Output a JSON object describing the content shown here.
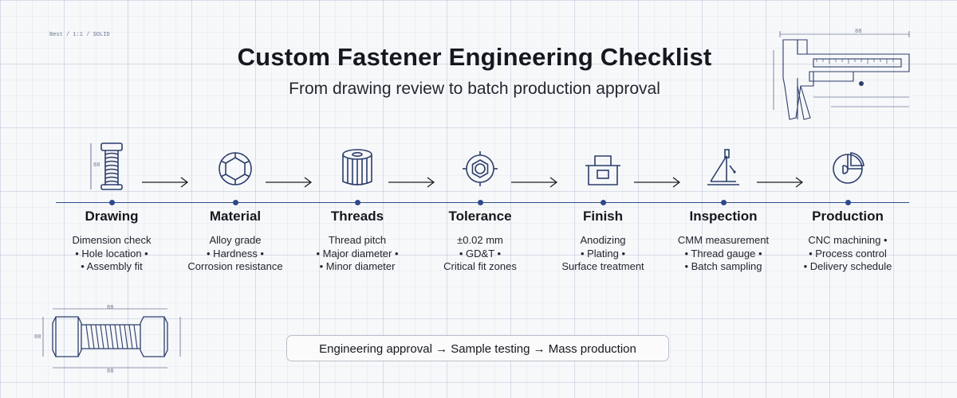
{
  "header": {
    "title": "Custom Fastener Engineering Checklist",
    "subtitle": "From drawing review to batch production approval",
    "corner_note": "Best / 1:1 / SOLID"
  },
  "steps": [
    {
      "label": "Drawing",
      "icon": "bolt-icon",
      "items": [
        "Dimension check",
        "• Hole location •",
        "• Assembly fit"
      ]
    },
    {
      "label": "Material",
      "icon": "hexagon-grain-icon",
      "items": [
        "Alloy grade",
        "• Hardness •",
        "Corrosion resistance"
      ]
    },
    {
      "label": "Threads",
      "icon": "knurled-nut-icon",
      "items": [
        "Thread pitch",
        "• Major diameter •",
        "• Minor diameter"
      ]
    },
    {
      "label": "Tolerance",
      "icon": "tolerance-nut-icon",
      "items": [
        "±0.02 mm",
        "• GD&T •",
        "Critical fit zones"
      ]
    },
    {
      "label": "Finish",
      "icon": "plating-tank-icon",
      "items": [
        "Anodizing",
        "• Plating •",
        "Surface treatment"
      ]
    },
    {
      "label": "Inspection",
      "icon": "height-gauge-icon",
      "items": [
        "CMM measurement",
        "• Thread gauge •",
        "• Batch sampling"
      ]
    },
    {
      "label": "Production",
      "icon": "pie-chart-icon",
      "items": [
        "CNC machining •",
        "• Process control",
        "• Delivery schedule"
      ]
    }
  ],
  "flow": {
    "text": "Engineering approval → Sample testing → Mass production"
  },
  "drawing_annotations": {
    "bolt_side": "88",
    "bolt_bottom_width": "88",
    "bolt_bottom_top": "88",
    "bolt_bottom_height": "88",
    "caliper_top": "88"
  },
  "colors": {
    "ink": "#15181e",
    "accent": "#2e4a8a",
    "grid": "#3a528c"
  }
}
